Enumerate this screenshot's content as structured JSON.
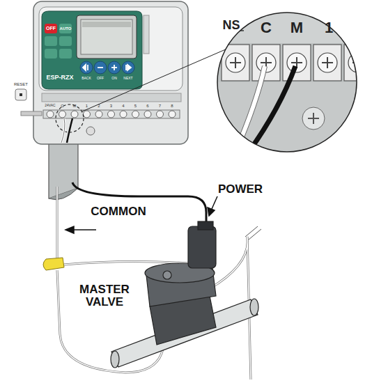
{
  "diagram": {
    "labels": [
      "OFF",
      "AUTO",
      "ESP-RZX",
      "BACK",
      "OFF",
      "ON",
      "NEXT",
      "RESET",
      "24VAC",
      "C",
      "M",
      "1",
      "2",
      "3",
      "4",
      "5",
      "6",
      "7",
      "8",
      "NS",
      "C",
      "M",
      "1",
      "POWER",
      "COMMON",
      "MASTER VALVE"
    ]
  }
}
